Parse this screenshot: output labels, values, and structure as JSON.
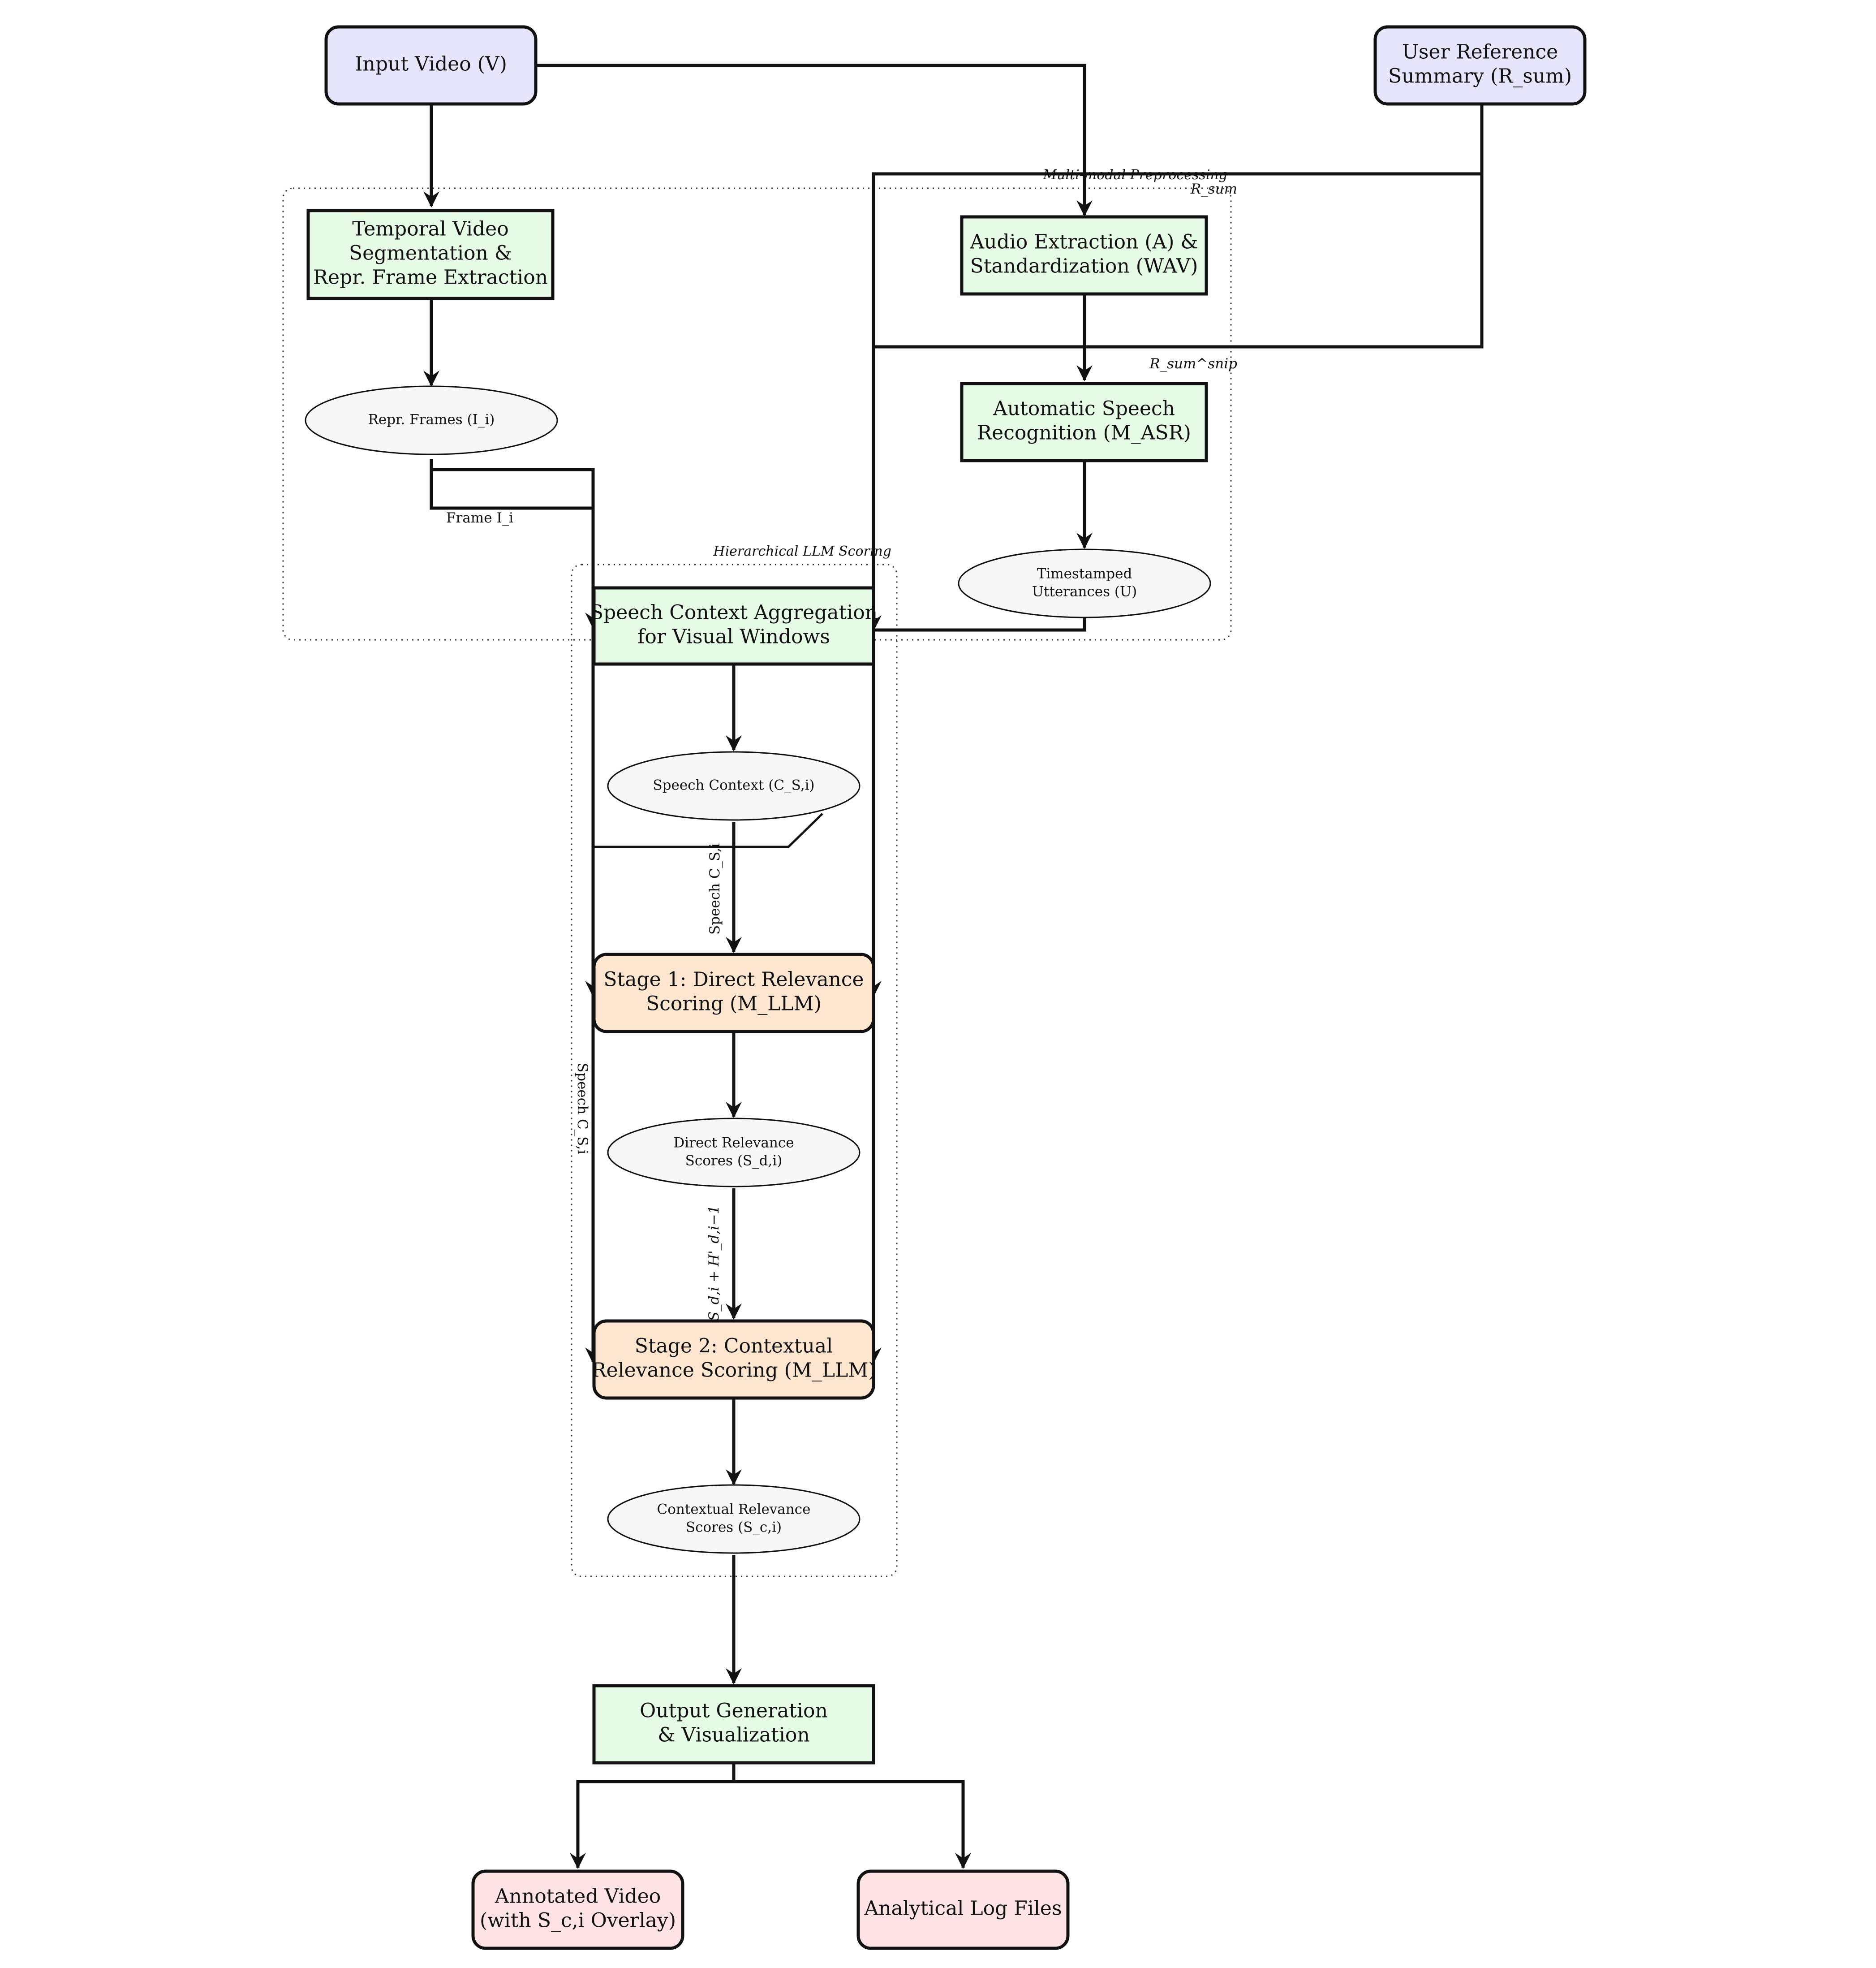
{
  "nodes": {
    "input_video": {
      "lines": [
        "Input Video (V)"
      ],
      "color": "#e5e5fb"
    },
    "user_ref": {
      "lines": [
        "User Reference",
        "Summary (R_sum)"
      ],
      "color": "#e5e5fb"
    },
    "temporal_seg": {
      "lines": [
        "Temporal Video",
        "Segmentation &",
        "Repr. Frame Extraction"
      ],
      "color": "#e6fbe6"
    },
    "audio_extract": {
      "lines": [
        "Audio Extraction (A) &",
        "Standardization (WAV)"
      ],
      "color": "#e6fbe6"
    },
    "repr_frames": {
      "lines": [
        "Repr. Frames (I_i)"
      ],
      "color": "#f7f7f7"
    },
    "asr": {
      "lines": [
        "Automatic Speech",
        "Recognition (M_ASR)"
      ],
      "color": "#e6fbe6"
    },
    "utterances": {
      "lines": [
        "Timestamped",
        "Utterances (U)"
      ],
      "color": "#f7f7f7"
    },
    "speech_agg": {
      "lines": [
        "Speech Context Aggregation",
        "for Visual Windows"
      ],
      "color": "#e6fbe6"
    },
    "speech_ctx": {
      "lines": [
        "Speech Context (C_S,i)"
      ],
      "color": "#f7f7f7"
    },
    "stage1": {
      "lines": [
        "Stage 1: Direct Relevance",
        "Scoring (M_LLM)"
      ],
      "color": "#fde6cf"
    },
    "direct_scores": {
      "lines": [
        "Direct Relevance",
        "Scores (S_d,i)"
      ],
      "color": "#f7f7f7"
    },
    "stage2": {
      "lines": [
        "Stage 2: Contextual",
        "Relevance Scoring (M_LLM)"
      ],
      "color": "#fde6cf"
    },
    "ctx_scores": {
      "lines": [
        "Contextual Relevance",
        "Scores (S_c,i)"
      ],
      "color": "#f7f7f7"
    },
    "output_gen": {
      "lines": [
        "Output Generation",
        "& Visualization"
      ],
      "color": "#e6fbe6"
    },
    "annotated_video": {
      "lines": [
        "Annotated Video",
        "(with S_c,i Overlay)"
      ],
      "color": "#fde3e3"
    },
    "log_files": {
      "lines": [
        "Analytical Log Files"
      ],
      "color": "#fde3e3"
    }
  },
  "regions": {
    "preprocessing": "Multi-modal Preprocessing",
    "llm_scoring": "Hierarchical LLM Scoring"
  },
  "edge_labels": {
    "r_sum": "R_sum",
    "r_sum_snip": "R_sum^snip",
    "frame_i": "Frame I_i",
    "speech_c_top": "Speech C_S,i",
    "speech_c_left": "Speech C_S,i",
    "sd_plus_h": "S_d,i + H'_d,i−1"
  }
}
